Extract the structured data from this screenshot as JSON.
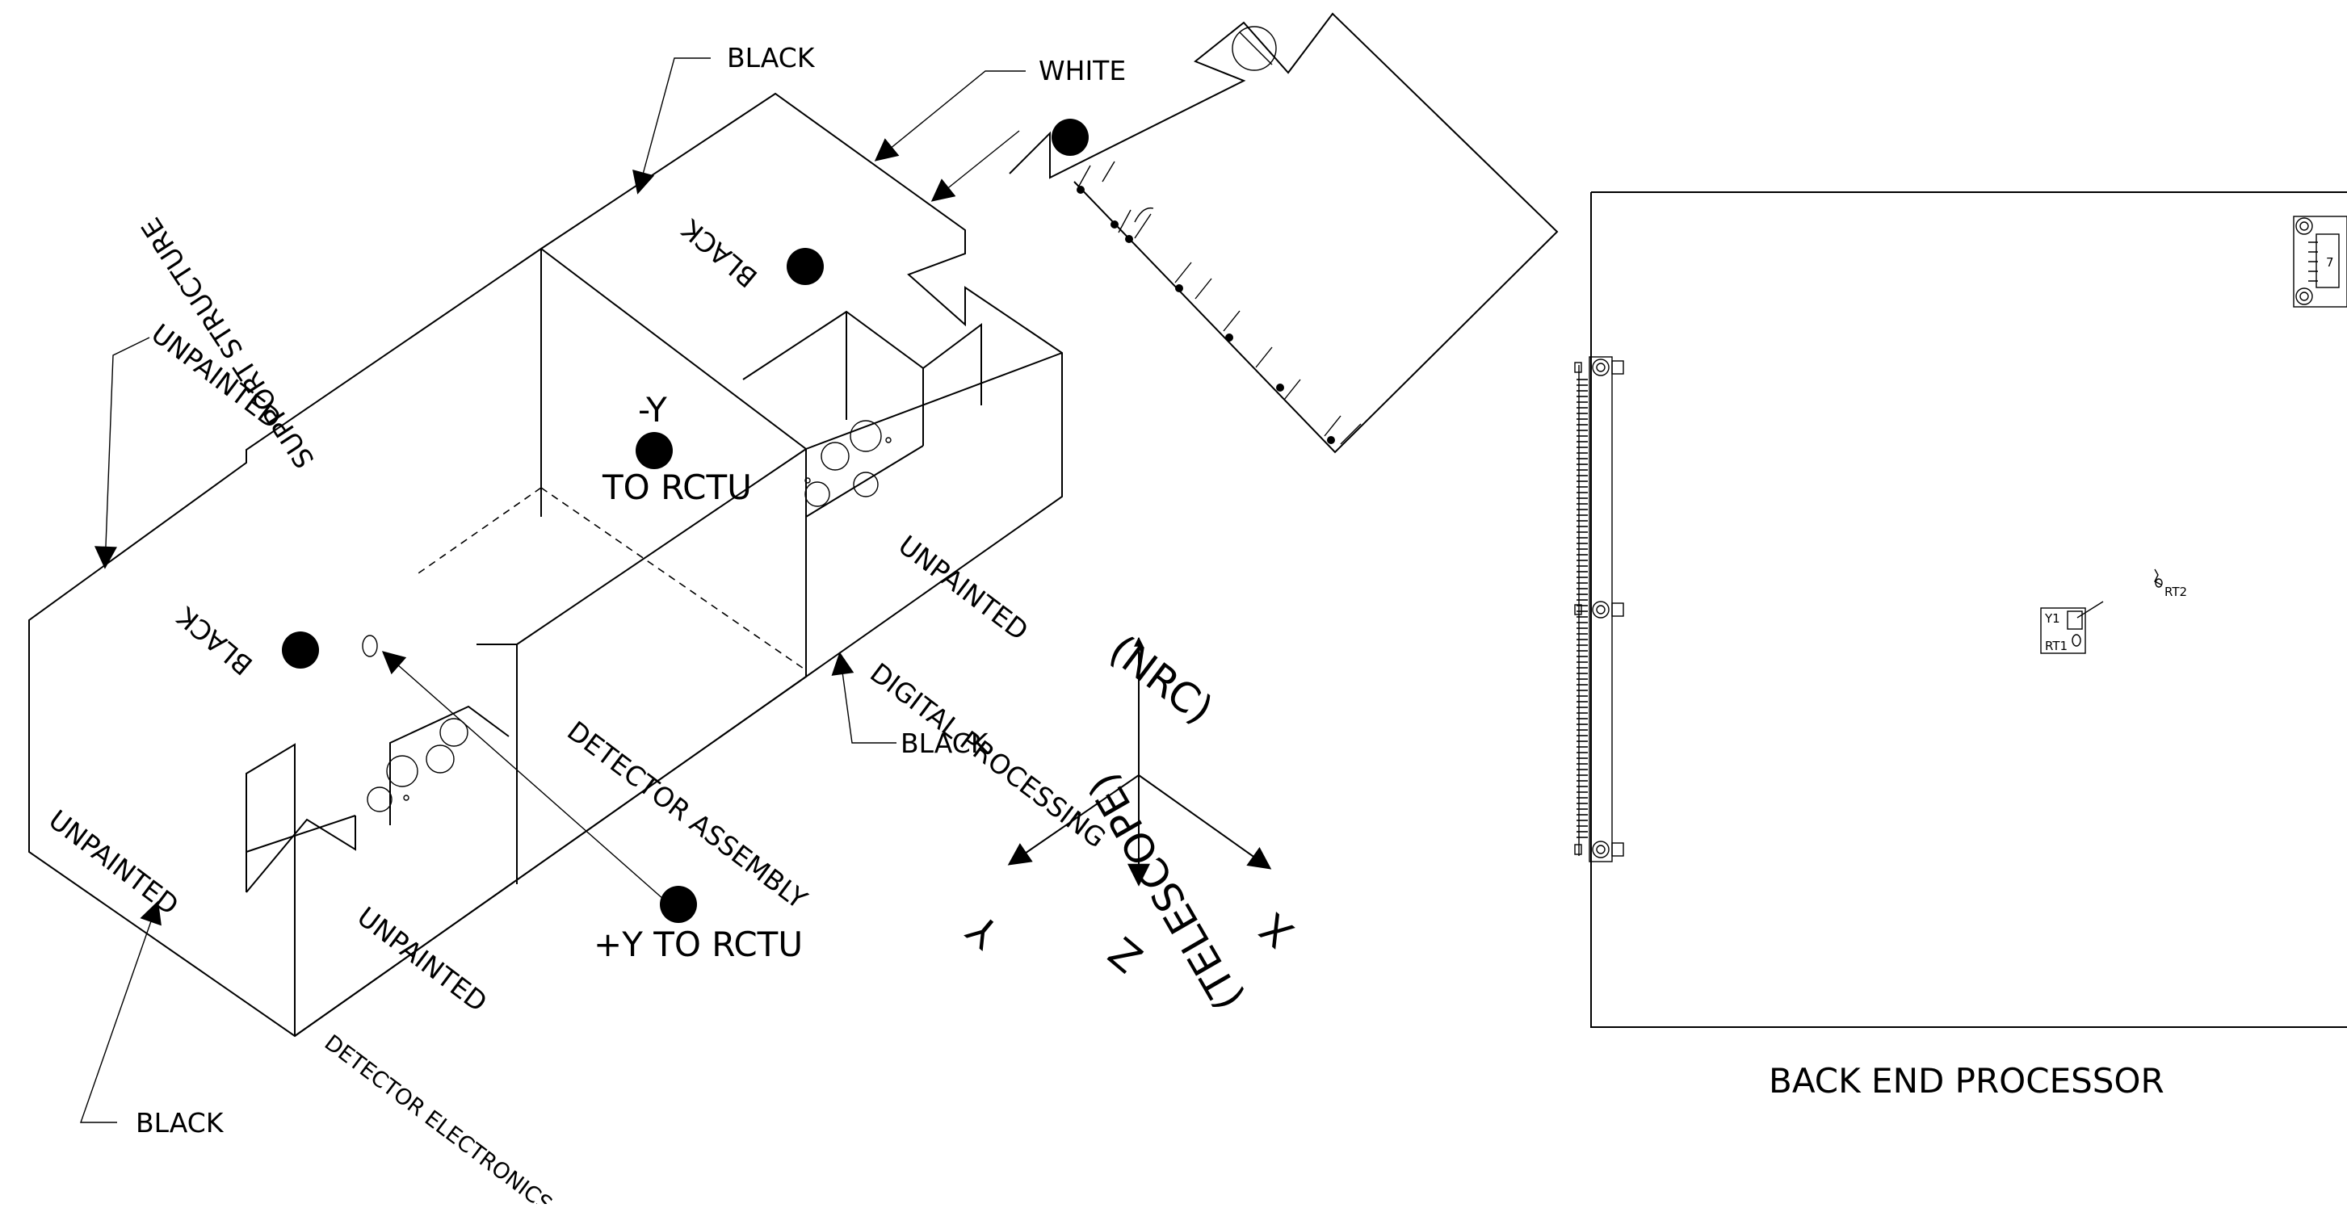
{
  "labels": {
    "black_top": "BLACK",
    "white_top": "WHITE",
    "unpainted_left": "UNPAINTED",
    "support_structure": "SUPPORT STRUCTURE",
    "black_on_box": "BLACK",
    "minus_y": "-Y",
    "to_rctu": "TO RCTU",
    "black_side": "BLACK",
    "unpainted_right": "UNPAINTED",
    "digital_processing": "DIGITAL PROCESSING",
    "black_right": "BLACK",
    "detector_assembly": "DETECTOR ASSEMBLY",
    "unpainted_lower_left": "UNPAINTED",
    "unpainted_bottom": "UNPAINTED",
    "plus_y_to_rctu": "+Y TO RCTU",
    "black_bottom": "BLACK",
    "detector_electronics": "DETECTOR ELECTRONICS",
    "back_end_processor": "BACK END PROCESSOR"
  },
  "axes": {
    "nrc": "(NRC)",
    "telescope": "(TELESCOPE)",
    "y": "Y",
    "z": "Z",
    "x": "X"
  },
  "board_components": {
    "y1": "Y1",
    "rt1": "RT1",
    "rt2": "RT2",
    "conn": "7"
  },
  "colors": {
    "line": "#000000",
    "background": "#ffffff"
  }
}
